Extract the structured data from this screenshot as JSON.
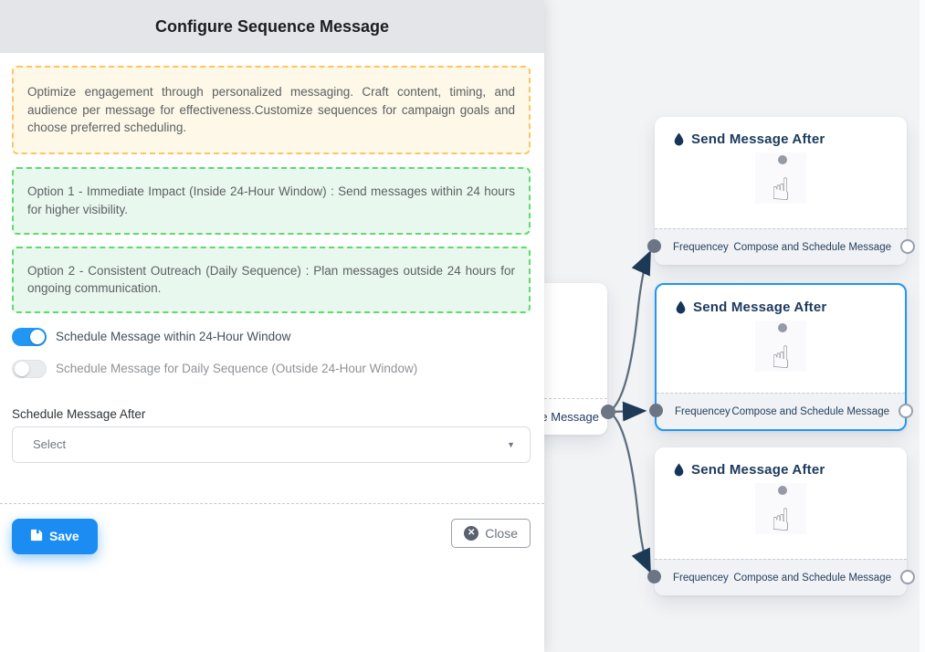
{
  "panel": {
    "title": "Configure Sequence Message",
    "notices": [
      {
        "type": "warning",
        "text": "Optimize engagement through personalized messaging. Craft content, timing, and audience per message for effectiveness.Customize sequences for campaign goals and choose preferred scheduling."
      },
      {
        "type": "success",
        "text": "Option 1 - Immediate Impact (Inside 24-Hour Window) : Send messages within 24 hours for higher visibility."
      },
      {
        "type": "success",
        "text": "Option 2 - Consistent Outreach (Daily Sequence) : Plan messages outside 24 hours for ongoing communication."
      }
    ],
    "toggles": [
      {
        "label": "Schedule Message within 24-Hour Window",
        "state": "on"
      },
      {
        "label": "Schedule Message for Daily Sequence (Outside 24-Hour Window)",
        "state": "off"
      }
    ],
    "field": {
      "label": "Schedule Message After",
      "value": "Select"
    },
    "actions": {
      "save_label": "Save",
      "close_label": "Close"
    }
  },
  "flow": {
    "source_node": {
      "port_label": "ce Message"
    },
    "nodes": [
      {
        "title": "Send Message After",
        "input_label": "Frequencey",
        "output_label": "Compose and Schedule Message",
        "selected": false
      },
      {
        "title": "Send Message After",
        "input_label": "Frequencey",
        "output_label": "Compose and Schedule Message",
        "selected": true
      },
      {
        "title": "Send Message After",
        "input_label": "Frequencey",
        "output_label": "Compose and Schedule Message",
        "selected": false
      }
    ]
  },
  "icons": {
    "node_title": "droplet-icon",
    "node_body": "tap-hand-icon",
    "save": "floppy-icon",
    "close": "circle-x-icon",
    "select_caret": "caret-down-icon"
  },
  "colors": {
    "accent_selected": "#2196f3",
    "toggle_on": "#2196f3",
    "save_button": "#1b8cf2",
    "warning_border": "#fbc65f",
    "warning_bg": "#fdf8e7",
    "success_border": "#5edb6b",
    "success_bg": "#e9f8ee",
    "edge": "#5d6c7b",
    "arrowhead": "#1d3a57",
    "node_title_text": "#1b3a5c",
    "canvas_bg": "#f1f3f5"
  }
}
